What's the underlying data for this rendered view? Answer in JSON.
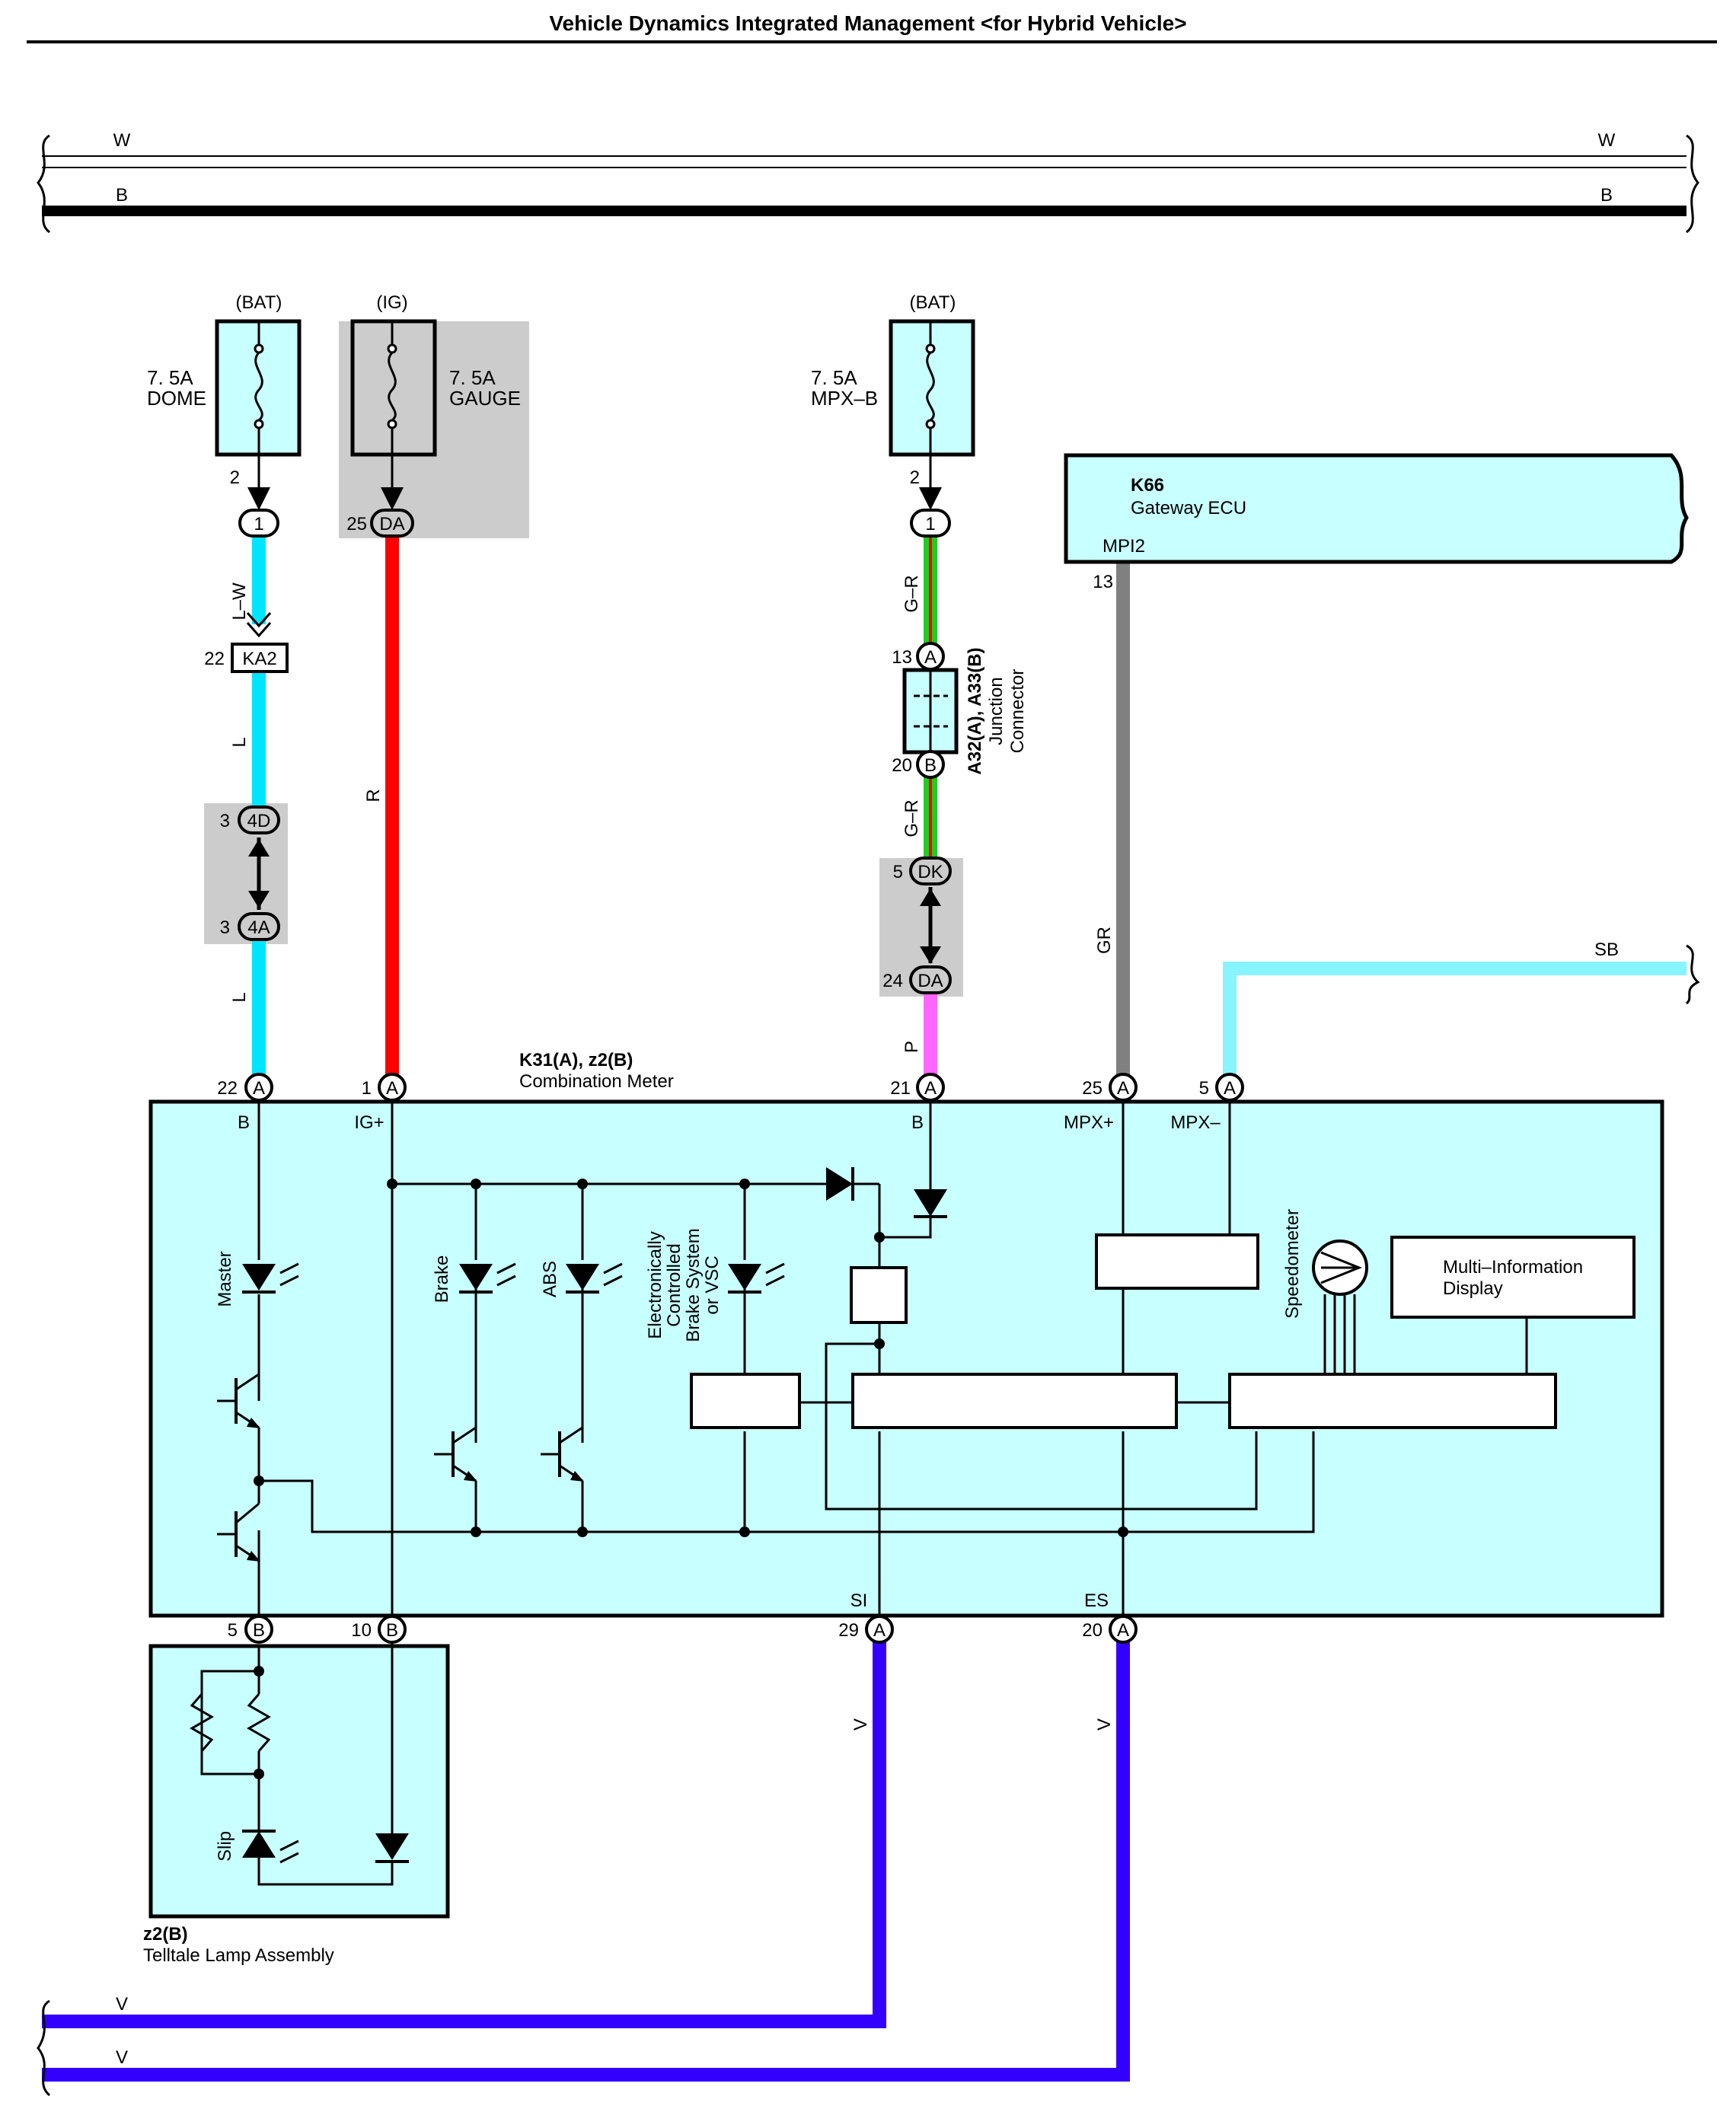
{
  "title": "Vehicle Dynamics Integrated Management <for Hybrid Vehicle>",
  "colors": {
    "component_fill": "#c8ffff",
    "shade": "#cccccc",
    "wire_lw": "#00e5ff",
    "wire_l": "#00e5ff",
    "wire_r": "#ff0000",
    "wire_g": "#22cc22",
    "wire_p": "#ff66ff",
    "wire_gr": "#808080",
    "wire_sb": "#88f4ff",
    "wire_v": "#3300ff"
  },
  "buses": {
    "w_left": "W",
    "w_right": "W",
    "b_left": "B",
    "b_right": "B",
    "v1_label": "V",
    "v2_label": "V"
  },
  "fuses": {
    "dome": {
      "source": "(BAT)",
      "rating": "7. 5A",
      "name": "DOME",
      "pin": "2",
      "conn": "1"
    },
    "gauge": {
      "source": "(IG)",
      "rating": "7. 5A",
      "name": "GAUGE",
      "pin": "25",
      "conn": "DA"
    },
    "mpxb": {
      "source": "(BAT)",
      "rating": "7. 5A",
      "name": "MPX–B",
      "pin": "2",
      "conn": "1"
    }
  },
  "wires": {
    "lw": "L–W",
    "l1": "L",
    "l2": "L",
    "r": "R",
    "gr1": "G–R",
    "gr2": "G–R",
    "p": "P",
    "gray": "GR",
    "sb": "SB",
    "v1": "V",
    "v2": "V"
  },
  "connectors": {
    "ka2": {
      "pin": "22",
      "label": "KA2"
    },
    "c4d": {
      "pin": "3",
      "label": "4D"
    },
    "c4a": {
      "pin": "3",
      "label": "4A"
    },
    "a13": {
      "pin": "13",
      "label": "A"
    },
    "b20": {
      "pin": "20",
      "label": "B"
    },
    "dk": {
      "pin": "5",
      "label": "DK"
    },
    "da24": {
      "pin": "24",
      "label": "DA"
    }
  },
  "junction": {
    "code": "A32(A), A33(B)",
    "line1": "Junction",
    "line2": "Connector"
  },
  "gateway": {
    "code": "K66",
    "name": "Gateway ECU",
    "terminal": "MPI2",
    "pin": "13"
  },
  "meter": {
    "code": "K31(A), z2(B)",
    "name": "Combination Meter",
    "top_pins": [
      {
        "pin": "22",
        "conn": "A",
        "term": "B"
      },
      {
        "pin": "1",
        "conn": "A",
        "term": "IG+"
      },
      {
        "pin": "21",
        "conn": "A",
        "term": "B"
      },
      {
        "pin": "25",
        "conn": "A",
        "term": "MPX+"
      },
      {
        "pin": "5",
        "conn": "A",
        "term": "MPX–"
      }
    ],
    "bottom_pins": [
      {
        "pin": "5",
        "conn": "B",
        "term": ""
      },
      {
        "pin": "10",
        "conn": "B",
        "term": ""
      },
      {
        "pin": "29",
        "conn": "A",
        "term": "SI"
      },
      {
        "pin": "20",
        "conn": "A",
        "term": "ES"
      }
    ],
    "lamps": {
      "master": "Master",
      "brake": "Brake",
      "abs": "ABS",
      "ecb_1": "Electronically",
      "ecb_2": "Controlled",
      "ecb_3": "Brake System",
      "ecb_4": "or VSC"
    },
    "speedometer": "Speedometer",
    "mid_1": "Multi–Information",
    "mid_2": "Display"
  },
  "telltale": {
    "code": "z2(B)",
    "name": "Telltale Lamp Assembly",
    "lamp": "Slip"
  }
}
